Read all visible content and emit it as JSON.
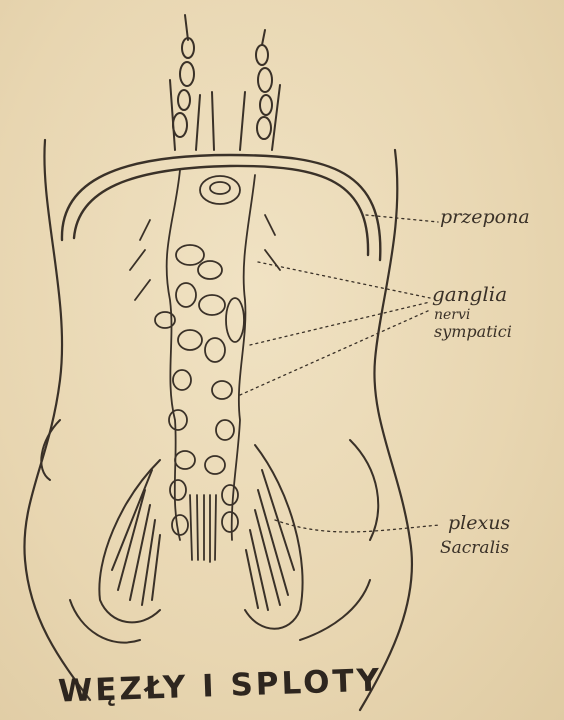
{
  "labels": {
    "przepona": "przepona",
    "ganglia": "ganglia",
    "nervi": "nervi",
    "sympatici": "sympatici",
    "plexus": "plexus",
    "sacralis": "Sacralis"
  },
  "title": "WĘZŁY I SPLOTY",
  "colors": {
    "paper": "#ead9b6",
    "ink": "#3a3128"
  }
}
